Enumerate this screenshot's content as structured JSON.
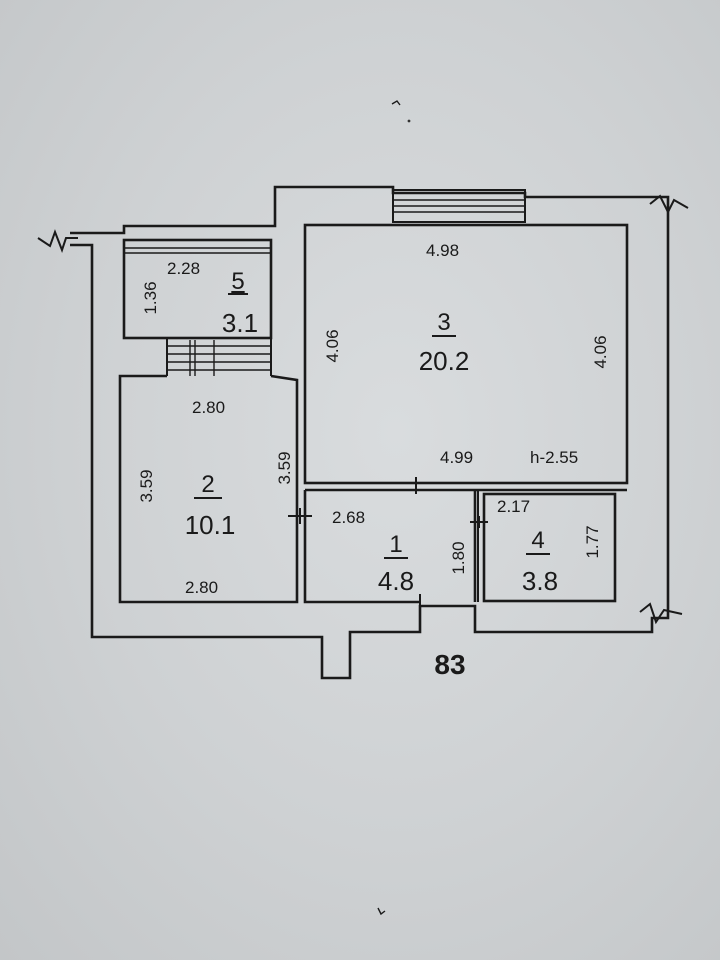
{
  "apartment_number": "83",
  "ceiling_height": "h-2.55",
  "rooms": [
    {
      "number": "5",
      "area": "3.1",
      "width": "2.28",
      "length": "1.36"
    },
    {
      "number": "3",
      "area": "20.2",
      "width_top": "4.98",
      "length_left": "4.06",
      "length_right": "4.06",
      "width_bottom": "4.99"
    },
    {
      "number": "2",
      "area": "10.1",
      "width_top": "2.80",
      "width_bottom": "2.80",
      "length_left": "3.59",
      "length_right": "3.59"
    },
    {
      "number": "1",
      "area": "4.8",
      "width": "2.68",
      "length": "1.80"
    },
    {
      "number": "4",
      "area": "3.8",
      "width": "2.17",
      "length": "1.77"
    }
  ]
}
